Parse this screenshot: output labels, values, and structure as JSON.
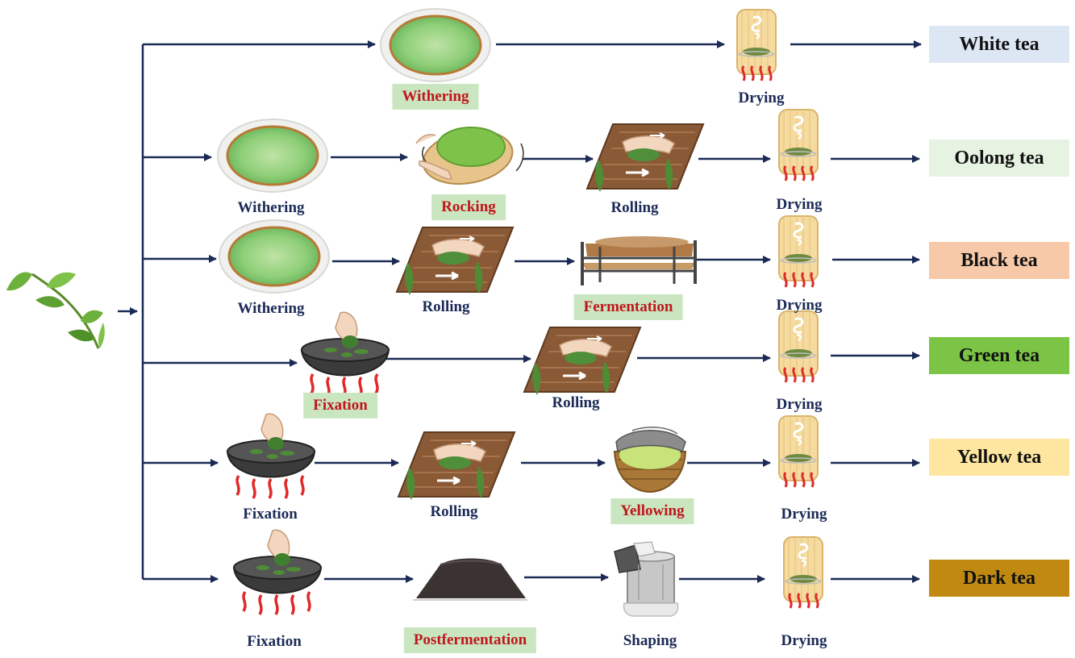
{
  "colors": {
    "arrow": "#1b2a56",
    "highlight_bg": "#c9e6c1",
    "highlight_text": "#c0161b",
    "label_text": "#1b2a56"
  },
  "labels": {
    "white_withering": "Withering",
    "white_drying": "Drying",
    "oolong_withering": "Withering",
    "oolong_rocking": "Rocking",
    "oolong_rolling": "Rolling",
    "oolong_drying": "Drying",
    "black_withering": "Withering",
    "black_rolling": "Rolling",
    "black_fermentation": "Fermentation",
    "black_drying": "Drying",
    "green_fixation": "Fixation",
    "green_rolling": "Rolling",
    "green_drying": "Drying",
    "yellow_fixation": "Fixation",
    "yellow_rolling": "Rolling",
    "yellow_yellowing": "Yellowing",
    "yellow_drying": "Drying",
    "dark_fixation": "Fixation",
    "dark_postfermentation": "Postfermentation",
    "dark_shaping": "Shaping",
    "dark_drying": "Drying"
  },
  "results": {
    "white": {
      "label": "White tea",
      "color": "#dde7f4"
    },
    "oolong": {
      "label": "Oolong tea",
      "color": "#e6f3e2"
    },
    "black": {
      "label": "Black tea",
      "color": "#f7c9a8"
    },
    "green": {
      "label": "Green tea",
      "color": "#7bc446"
    },
    "yellow": {
      "label": "Yellow tea",
      "color": "#ffe6a0"
    },
    "dark": {
      "label": "Dark tea",
      "color": "#c08a12"
    }
  }
}
